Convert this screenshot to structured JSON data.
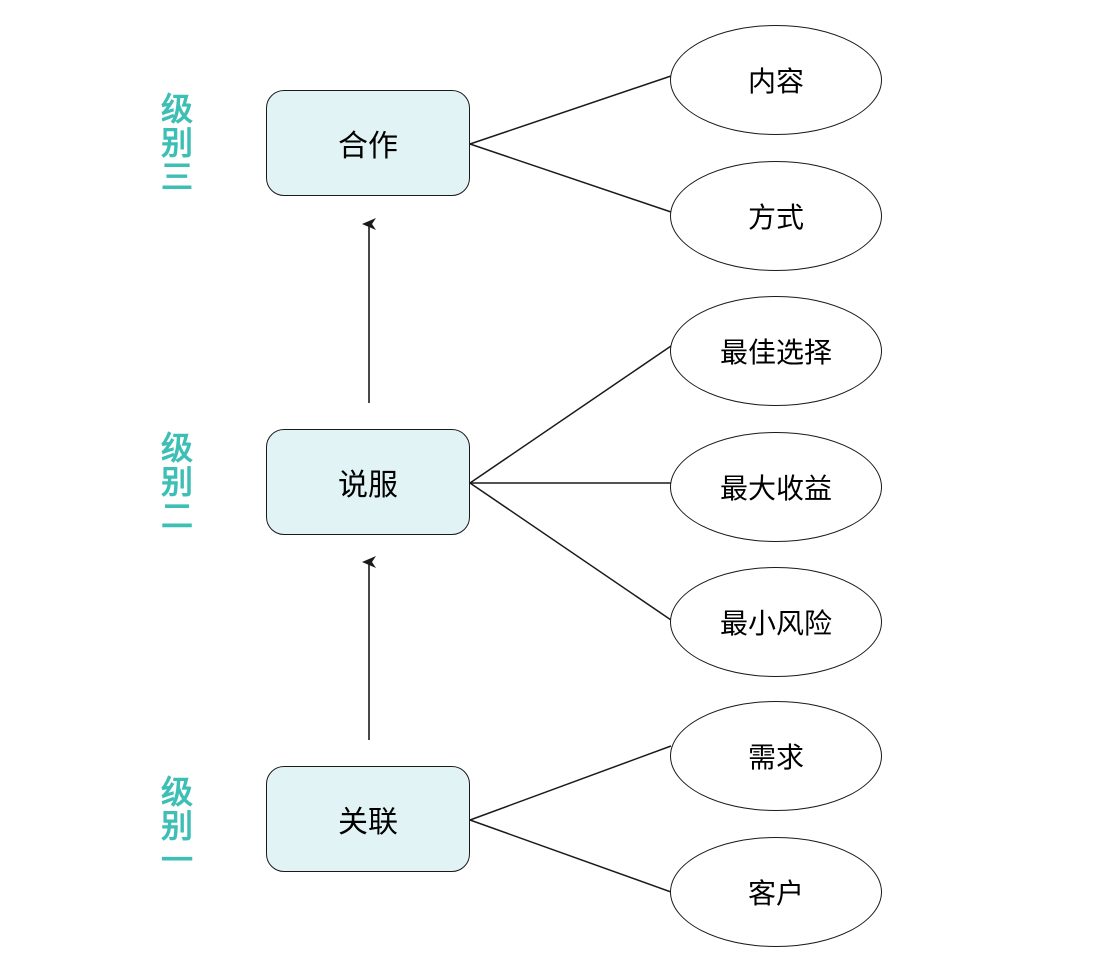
{
  "colors": {
    "level_label": "#3dbfb5",
    "box_fill": "#e1f3f4",
    "box_border": "#1a1a1a",
    "line": "#1a1a1a"
  },
  "levels": [
    {
      "label": "级别三",
      "node": "合作",
      "children": [
        "内容",
        "方式"
      ]
    },
    {
      "label": "级别二",
      "node": "说服",
      "children": [
        "最佳选择",
        "最大收益",
        "最小风险"
      ]
    },
    {
      "label": "级别一",
      "node": "关联",
      "children": [
        "需求",
        "客户"
      ]
    }
  ]
}
